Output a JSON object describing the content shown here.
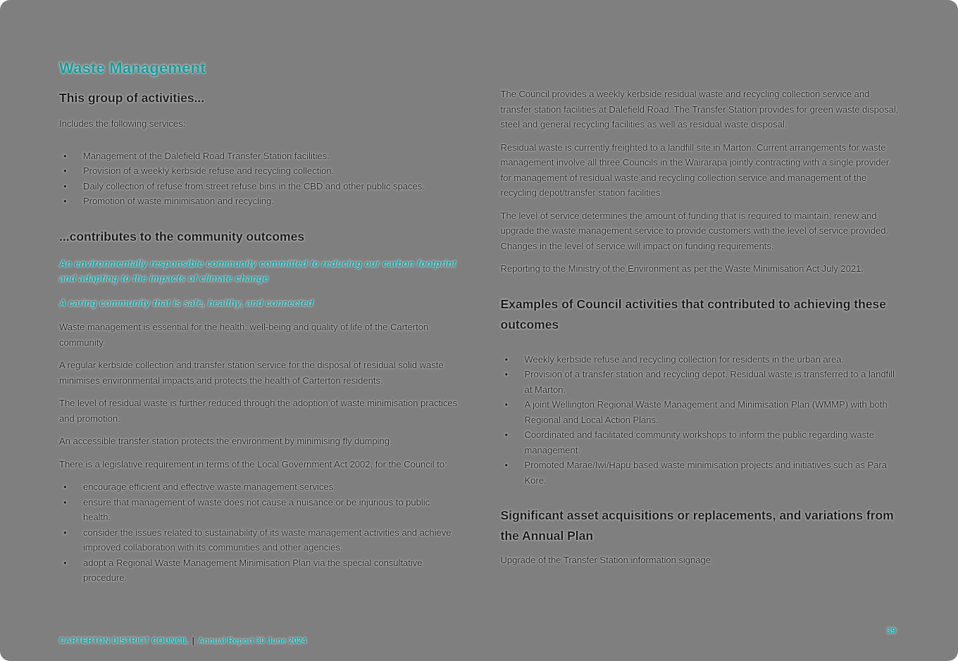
{
  "page": {
    "title": "Waste Management",
    "page_number": "39",
    "footer": {
      "left": "CARTERTON DISTRICT COUNCIL",
      "separator": "|",
      "right": "Annual Report 30 June 2024"
    },
    "colors": {
      "background": "#7f7f7f",
      "teal_accent": "#17999b",
      "body_text": "#1b1b1b"
    }
  },
  "left_column": {
    "activities": {
      "heading": "This group of activities...",
      "intro": "Includes the following services:",
      "bullets": [
        "Management of the Dalefield Road Transfer Station facilities.",
        "Provision of a weekly kerbside refuse and recycling collection.",
        "Daily collection of refuse from street refuse bins in the CBD and other public spaces.",
        "Promotion of waste minimisation and recycling."
      ]
    },
    "outcomes": {
      "heading": "...contributes to the community outcomes",
      "statements": [
        "An environmentally responsible community committed to reducing our carbon footprint and adapting to the impacts of climate change",
        "A caring community that is safe, healthy, and connected"
      ],
      "paragraphs": [
        "Waste management is essential for the health, well-being and quality of life of the Carterton community.",
        "A regular kerbside collection and transfer station service for the disposal of residual solid waste minimises environmental impacts and protects the health of Carterton residents.",
        "The level of residual waste is further reduced through the adoption of waste minimisation practices and promotion.",
        "An accessible transfer station protects the environment by minimising fly dumping.",
        "There is a legislative requirement in terms of the Local Government Act 2002, for the Council to:"
      ]
    },
    "legislative": {
      "bullets": [
        "encourage efficient and effective waste management services.",
        "ensure that management of waste does not cause a nuisance or be injurious to public health.",
        "consider the issues related to sustainability of its waste management activities and achieve improved collaboration with its communities and other agencies.",
        "adopt a Regional Waste Management Minimisation Plan via the special consultative procedure."
      ]
    }
  },
  "right_column": {
    "paragraphs": [
      "The Council provides a weekly kerbside residual waste and recycling collection service and transfer station facilities at Dalefield Road. The Transfer Station provides for green waste disposal, steel and general recycling facilities as well as residual waste disposal.",
      "Residual waste is currently freighted to a landfill site in Marton. Current arrangements for waste management involve all three Councils in the Wairarapa jointly contracting with a single provider for management of residual waste and recycling collection service and management of the recycling depot/transfer station facilities.",
      "The level of service determines the amount of funding that is required to maintain, renew and upgrade the waste management service to provide customers with the level of service provided. Changes in the level of service will impact on funding requirements.",
      "Reporting to the Ministry of the Environment as per the Waste Minimisation Act July 2021."
    ],
    "examples": {
      "heading": "Examples of Council activities that contributed to achieving these outcomes",
      "bullets": [
        "Weekly kerbside refuse and recycling collection for residents in the urban area.",
        "Provision of a transfer station and recycling depot. Residual waste is transferred to a landfill at Marton.",
        "A joint Wellington Regional Waste Management and Minimisation Plan (WMMP) with both Regional and Local Action Plans.",
        "Coordinated and facilitated community workshops to inform the public regarding waste management.",
        "Promoted Marae/Iwi/Hapu based waste minimisation projects and initiatives such as Para Kore."
      ]
    },
    "significant": {
      "heading": "Significant asset acquisitions or replacements, and variations from the Annual Plan",
      "body": "Upgrade of the Transfer Station information signage."
    }
  }
}
